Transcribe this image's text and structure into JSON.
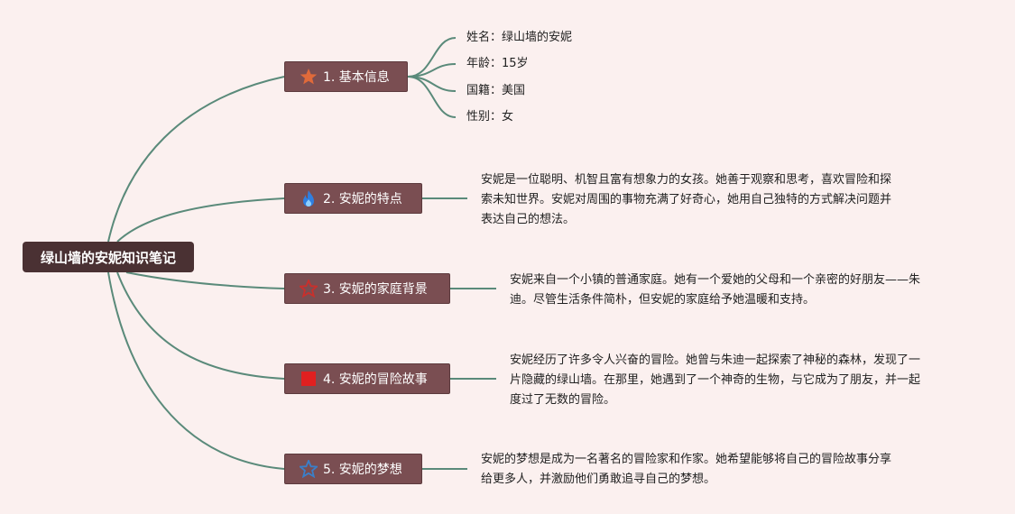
{
  "root": {
    "label": "绿山墙的安妮知识笔记"
  },
  "branches": [
    {
      "label": "1. 基本信息",
      "icon": "star-filled-icon",
      "icon_color": "#e06a3a",
      "leaves": [
        "姓名：绿山墙的安妮",
        "年龄：15岁",
        "国籍：美国",
        "性别：女"
      ]
    },
    {
      "label": "2. 安妮的特点",
      "icon": "flame-icon",
      "icon_color": "#2f7fe0",
      "text": [
        "安妮是一位聪明、机智且富有想象力的女孩。她善于观察和思考，喜欢冒险和探",
        "索未知世界。安妮对周围的事物充满了好奇心，她用自己独特的方式解决问题并",
        "表达自己的想法。"
      ]
    },
    {
      "label": "3. 安妮的家庭背景",
      "icon": "star-outline-icon",
      "icon_color": "#c9302c",
      "text": [
        "安妮来自一个小镇的普通家庭。她有一个爱她的父母和一个亲密的好朋友——朱",
        "迪。尽管生活条件简朴，但安妮的家庭给予她温暖和支持。"
      ]
    },
    {
      "label": "4. 安妮的冒险故事",
      "icon": "red-square-icon",
      "icon_color": "#e02020",
      "text": [
        "安妮经历了许多令人兴奋的冒险。她曾与朱迪一起探索了神秘的森林，发现了一",
        "片隐藏的绿山墙。在那里，她遇到了一个神奇的生物，与它成为了朋友，并一起",
        "度过了无数的冒险。"
      ]
    },
    {
      "label": "5. 安妮的梦想",
      "icon": "star-outline-blue-icon",
      "icon_color": "#3a7fc9",
      "text": [
        "安妮的梦想是成为一名著名的冒险家和作家。她希望能够将自己的冒险故事分享",
        "给更多人，并激励他们勇敢追寻自己的梦想。"
      ]
    }
  ],
  "colors": {
    "background": "#fbf0ef",
    "root": "#4a3133",
    "branch": "#7a4e52",
    "connector": "#5a8a7a"
  }
}
